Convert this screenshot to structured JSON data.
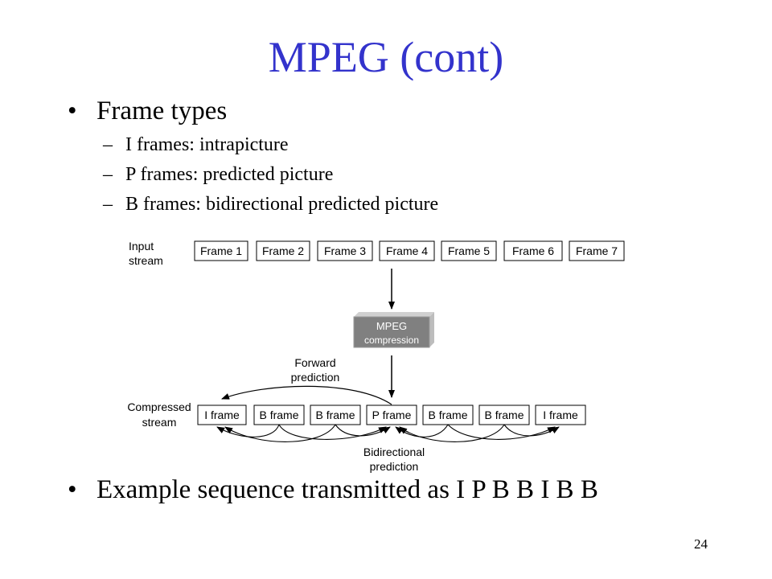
{
  "slide": {
    "title": "MPEG (cont)",
    "page_number": "24"
  },
  "bullets": [
    {
      "text": "Frame types",
      "subitems": [
        "I frames: intrapicture",
        "P frames: predicted picture",
        "B frames: bidirectional predicted picture"
      ]
    },
    {
      "text": "Example sequence transmitted as I P B B I B B"
    }
  ],
  "diagram": {
    "input_label": [
      "Input",
      "stream"
    ],
    "input_frames": [
      "Frame 1",
      "Frame 2",
      "Frame 3",
      "Frame 4",
      "Frame 5",
      "Frame 6",
      "Frame 7"
    ],
    "compression_label": [
      "MPEG",
      "compression"
    ],
    "forward_label": [
      "Forward",
      "prediction"
    ],
    "compressed_label": [
      "Compressed",
      "stream"
    ],
    "output_frames": [
      "I frame",
      "B frame",
      "B frame",
      "P frame",
      "B frame",
      "B frame",
      "I frame"
    ],
    "bidirectional_label": [
      "Bidirectional",
      "prediction"
    ],
    "colors": {
      "title": "#3333cc",
      "compression_box": "#808080"
    }
  }
}
